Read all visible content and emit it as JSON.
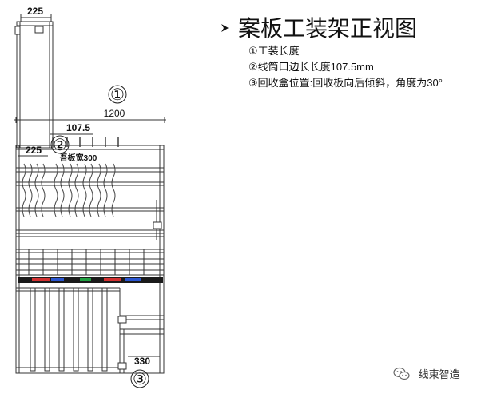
{
  "header": {
    "title": "案板工装架正视图"
  },
  "notes": [
    "①工装长度",
    "②线筒口边长长度107.5mm",
    "③回收盒位置:回收板向后倾斜，角度为30°"
  ],
  "drawing": {
    "dim_top": "225",
    "dim_width": "1200",
    "dim_spool": "107.5",
    "dim_left": "225",
    "dim_board": "吾板宽300",
    "dim_box": "330",
    "marker_1": "①",
    "marker_2": "②",
    "marker_3": "③"
  },
  "watermark": {
    "icon": "wechat-icon",
    "text": "线束智造"
  }
}
